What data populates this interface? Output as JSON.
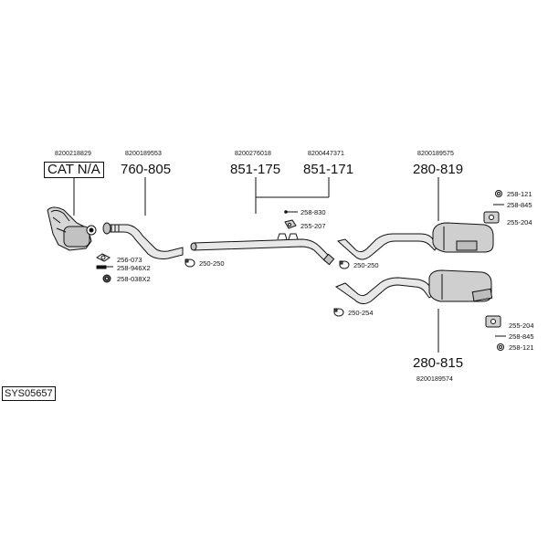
{
  "system_code": "SYS05657",
  "groups": {
    "catalyst": {
      "oem": "8200218829",
      "part": "CAT N/A"
    },
    "front_pipe": {
      "oem": "8200189553",
      "part": "760-805"
    },
    "middle_a": {
      "oem": "8200276018",
      "part": "851-175"
    },
    "middle_b": {
      "oem": "8200447371",
      "part": "851-171"
    },
    "rear_upper": {
      "oem": "8200189575",
      "part": "280-819"
    },
    "rear_lower": {
      "oem": "8200189574",
      "part": "280-815"
    }
  },
  "fittings": {
    "gasket": "256-073",
    "bolt_x2": "258-946X2",
    "nut_x2": "258-038X2",
    "clamp_front": "250-250",
    "bolt_mid": "258-830",
    "hanger_mid": "255-207",
    "clamp_rear_upper": "250-250",
    "clamp_rear_lower": "250-254",
    "ring_upper": "258-121",
    "bolt_upper": "258-845",
    "hanger_upper": "255-204",
    "hanger_lower": "255-204",
    "bolt_lower": "258-845",
    "ring_lower": "258-121"
  }
}
